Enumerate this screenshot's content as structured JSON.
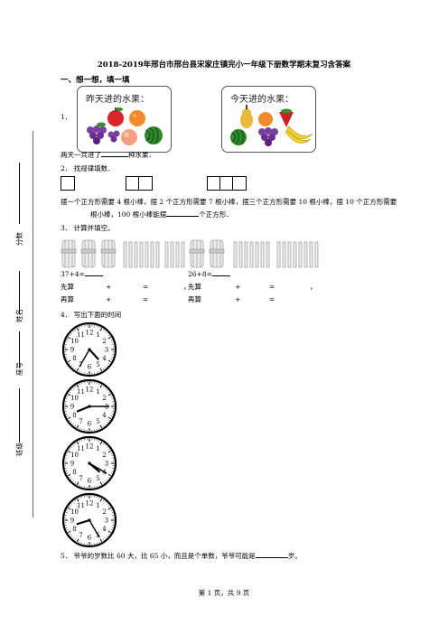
{
  "title": "2018-2019年邢台市邢台县宋家庄镇完小一年级下册数学期末复习含答案",
  "section1": "一、想一想，填一填",
  "side_labels": [
    "分数",
    "姓名",
    "座号",
    "班级"
  ],
  "q1": {
    "number": "1．",
    "yesterday_label": "昨天进的水果：",
    "today_label": "今天进的水果：",
    "sentence_before": "两天一共进了",
    "sentence_after": "种水果．"
  },
  "q2": {
    "heading": "2．  找规律填数．",
    "line1": "摆一个正方形需要 4 根小棒，摆 2 个正方形需要 7 根小棒，摆三个正方形需要 10 根小棒，摆 10 个正方形需要",
    "line2_before": "根小棒，100 根小棒能摆",
    "line2_after": "个正方形．"
  },
  "q3": {
    "heading": "3．  计算并填空。",
    "left": {
      "eq": "37+4=",
      "first_a": "先算",
      "first_plus": "+",
      "first_eq": "=",
      "then_a": "再算",
      "then_plus": "+",
      "then_eq": "="
    },
    "right": {
      "eq": "26+8=",
      "first_a": "先算",
      "first_plus": "+",
      "first_eq": "=",
      "then_a": "再算",
      "then_plus": "+",
      "then_eq": "="
    },
    "comma": "，",
    "comma2": "，"
  },
  "q4": {
    "heading": "4．   写出下面的时间"
  },
  "clocks": [
    {
      "hour": 4,
      "minute": 35
    },
    {
      "hour": 8,
      "minute": 15
    },
    {
      "hour": 4,
      "minute": 20
    },
    {
      "hour": 8,
      "minute": 25
    }
  ],
  "q5": {
    "text_before": "5．  爷爷的岁数比 60 大，比 65 小，而且是个单数，爷爷可能是",
    "text_after": "岁。"
  },
  "footer": "第 1 页，共 9 页",
  "colors": {
    "apple": "#d8242a",
    "orange": "#f08a2a",
    "grape": "#7a3fa0",
    "melon": "#2f8a2e",
    "banana": "#f2d22a",
    "pear": "#e8b93a",
    "strawberry": "#c8202a"
  }
}
